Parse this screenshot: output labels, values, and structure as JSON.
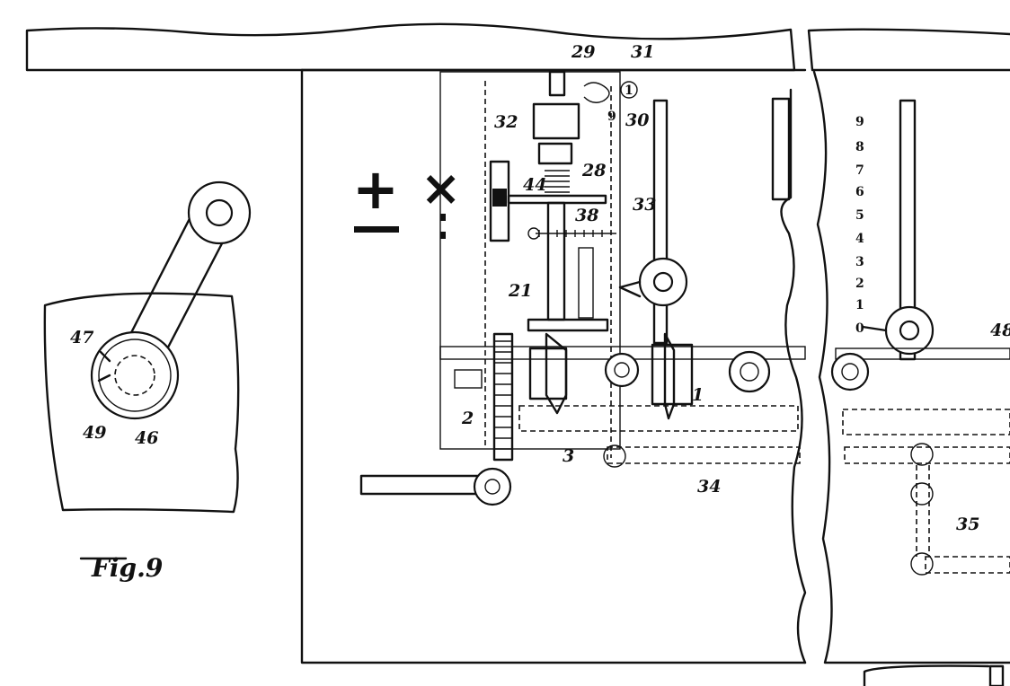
{
  "figure": {
    "caption": "Fig.9"
  },
  "operation_symbols": {
    "plus": "+",
    "times": "×",
    "minus": "−"
  },
  "dial_digits": [
    "9",
    "8",
    "7",
    "6",
    "5",
    "4",
    "3",
    "2",
    "1",
    "0"
  ],
  "references": {
    "r1": "1",
    "r2": "2",
    "r3": "3",
    "r21": "21",
    "r28": "28",
    "r29": "29",
    "r30": "30",
    "r31": "31",
    "r32": "32",
    "r33": "33",
    "r34": "34",
    "r35": "35",
    "r38": "38",
    "r44": "44",
    "r46": "46",
    "r47": "47",
    "r48": "48",
    "r49": "49"
  },
  "small_marks": {
    "circled_one": "1",
    "nine": "9"
  }
}
